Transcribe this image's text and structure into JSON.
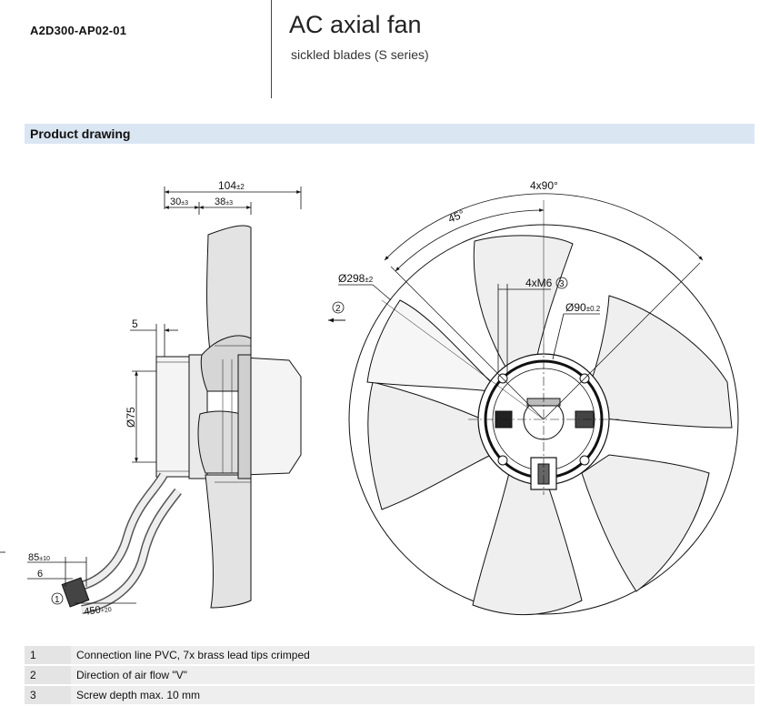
{
  "header": {
    "model": "A2D300-AP02-01",
    "title": "AC axial fan",
    "subtitle": "sickled blades (S series)"
  },
  "section": {
    "title": "Product drawing"
  },
  "drawing": {
    "side": {
      "overall_width": "104",
      "overall_width_tol": "±2",
      "dim_30": "30",
      "dim_30_tol": "±3",
      "dim_38": "38",
      "dim_38_tol": "±3",
      "dim_5": "5",
      "diameter_75": "Ø75",
      "dim_85": "85",
      "dim_85_tol": "±10",
      "dim_6": "6",
      "cable_length": "450",
      "cable_length_tol": "+20",
      "marker_1": "1",
      "marker_2": "2"
    },
    "front": {
      "angle_spacing": "4x90°",
      "angle_45": "45°",
      "diameter_298": "Ø298",
      "diameter_298_tol": "±2",
      "thread": "4xM6",
      "marker_3": "3",
      "diameter_90": "Ø90",
      "diameter_90_tol": "±0.2"
    }
  },
  "notes": [
    {
      "num": "1",
      "text": "Connection line PVC, 7x brass lead tips crimped"
    },
    {
      "num": "2",
      "text": "Direction of air flow \"V\""
    },
    {
      "num": "3",
      "text": "Screw depth max. 10 mm"
    }
  ]
}
